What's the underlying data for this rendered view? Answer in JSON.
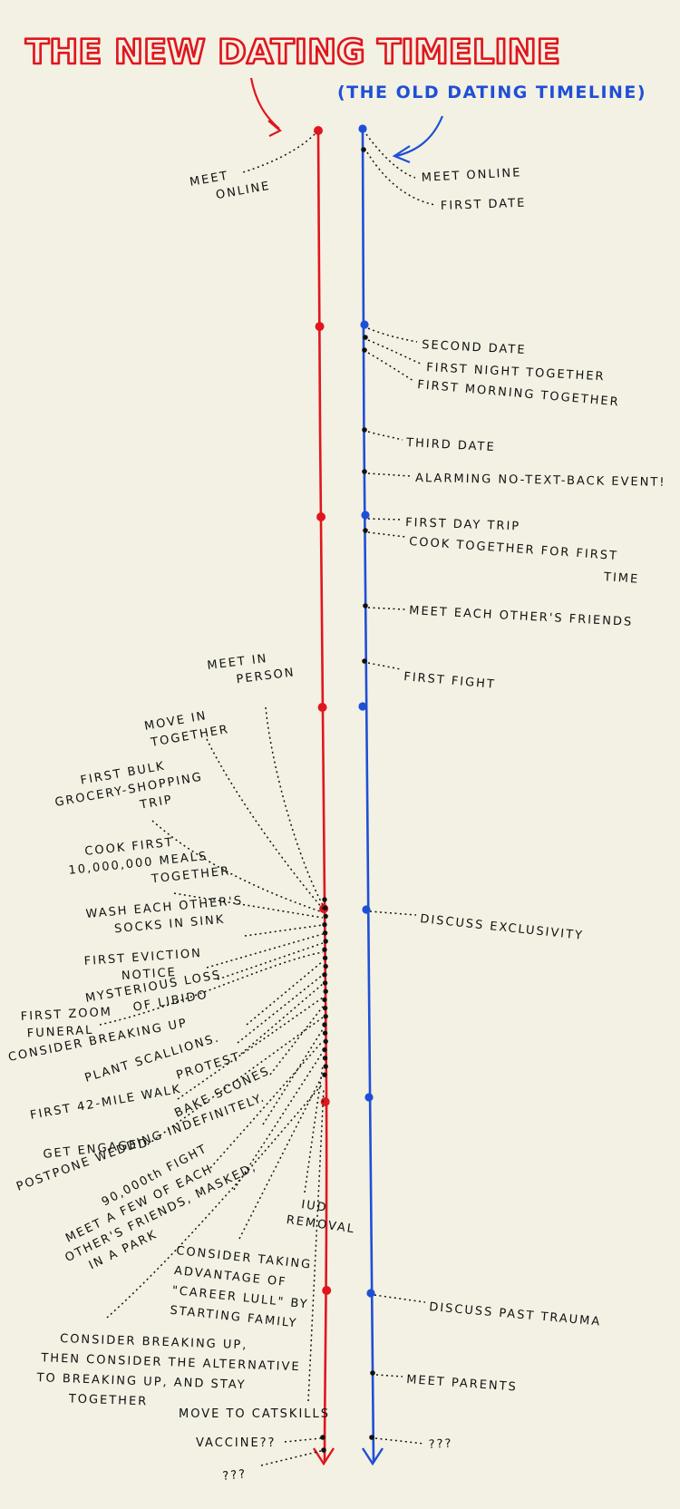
{
  "title": "THE NEW DATING TIMELINE",
  "subtitle": "(THE OLD DATING TIMELINE)",
  "colors": {
    "background": "#f3f1e3",
    "new": "#e0161e",
    "old": "#1f4fd6",
    "ink": "#111111"
  },
  "new_timeline": {
    "labels": [
      {
        "id": "meet-online",
        "lines": [
          "MEET",
          "ONLINE"
        ]
      },
      {
        "id": "meet-in-person",
        "lines": [
          "MEET IN",
          "PERSON"
        ]
      },
      {
        "id": "move-in-together",
        "lines": [
          "MOVE IN",
          "TOGETHER"
        ]
      },
      {
        "id": "bulk-grocery",
        "lines": [
          "FIRST BULK",
          "GROCERY-SHOPPING",
          "TRIP"
        ]
      },
      {
        "id": "cook-meals",
        "lines": [
          "COOK FIRST",
          "10,000,000 MEALS",
          "TOGETHER"
        ]
      },
      {
        "id": "wash-socks",
        "lines": [
          "WASH EACH OTHER'S",
          "SOCKS IN SINK"
        ]
      },
      {
        "id": "eviction-notice",
        "lines": [
          "FIRST EVICTION",
          "NOTICE"
        ]
      },
      {
        "id": "loss-libido",
        "lines": [
          "MYSTERIOUS LOSS",
          "OF LIBIDO"
        ]
      },
      {
        "id": "zoom-funeral",
        "lines": [
          "FIRST ZOOM",
          "FUNERAL"
        ]
      },
      {
        "id": "consider-breaking-up",
        "lines": [
          "CONSIDER BREAKING UP"
        ]
      },
      {
        "id": "plant-scallions",
        "lines": [
          "PLANT SCALLIONS."
        ]
      },
      {
        "id": "protest",
        "lines": [
          "PROTEST"
        ]
      },
      {
        "id": "walk",
        "lines": [
          "FIRST 42-MILE WALK"
        ]
      },
      {
        "id": "bake-scones",
        "lines": [
          "BAKE SCONES"
        ]
      },
      {
        "id": "get-engaged",
        "lines": [
          "GET ENGAGED"
        ]
      },
      {
        "id": "postpone-wedding",
        "lines": [
          "POSTPONE WEDDING INDEFINITELY."
        ]
      },
      {
        "id": "fight-90000",
        "lines": [
          "90,000th FIGHT"
        ]
      },
      {
        "id": "meet-friends-masked",
        "lines": [
          "MEET A FEW OF EACH",
          "OTHER'S FRIENDS, MASKED,",
          "IN A PARK"
        ]
      },
      {
        "id": "iud-removal",
        "lines": [
          "IUD",
          "REMOVAL"
        ]
      },
      {
        "id": "career-lull",
        "lines": [
          "CONSIDER TAKING",
          "ADVANTAGE OF",
          "\"CAREER LULL\" BY",
          "STARTING FAMILY"
        ]
      },
      {
        "id": "stay-together",
        "lines": [
          "CONSIDER BREAKING UP,",
          "THEN CONSIDER THE ALTERNATIVE",
          "TO BREAKING UP, AND STAY",
          "TOGETHER"
        ]
      },
      {
        "id": "catskills",
        "lines": [
          "MOVE TO CATSKILLS"
        ]
      },
      {
        "id": "vaccine",
        "lines": [
          "VACCINE??"
        ]
      },
      {
        "id": "new-unknown",
        "lines": [
          "???"
        ]
      }
    ]
  },
  "old_timeline": {
    "labels": [
      {
        "id": "meet-online",
        "lines": [
          "MEET ONLINE"
        ]
      },
      {
        "id": "first-date",
        "lines": [
          "FIRST DATE"
        ]
      },
      {
        "id": "second-date",
        "lines": [
          "SECOND DATE"
        ]
      },
      {
        "id": "first-night",
        "lines": [
          "FIRST NIGHT TOGETHER"
        ]
      },
      {
        "id": "first-morning",
        "lines": [
          "FIRST MORNING TOGETHER"
        ]
      },
      {
        "id": "third-date",
        "lines": [
          "THIRD DATE"
        ]
      },
      {
        "id": "no-text-back",
        "lines": [
          "ALARMING NO-TEXT-BACK EVENT!"
        ]
      },
      {
        "id": "day-trip",
        "lines": [
          "FIRST DAY TRIP"
        ]
      },
      {
        "id": "cook-together",
        "lines": [
          "COOK TOGETHER FOR FIRST",
          "TIME"
        ]
      },
      {
        "id": "meet-friends",
        "lines": [
          "MEET EACH OTHER'S FRIENDS"
        ]
      },
      {
        "id": "first-fight",
        "lines": [
          "FIRST FIGHT"
        ]
      },
      {
        "id": "exclusivity",
        "lines": [
          "DISCUSS EXCLUSIVITY"
        ]
      },
      {
        "id": "past-trauma",
        "lines": [
          "DISCUSS PAST TRAUMA"
        ]
      },
      {
        "id": "meet-parents",
        "lines": [
          "MEET PARENTS"
        ]
      },
      {
        "id": "old-unknown",
        "lines": [
          "???"
        ]
      }
    ]
  }
}
